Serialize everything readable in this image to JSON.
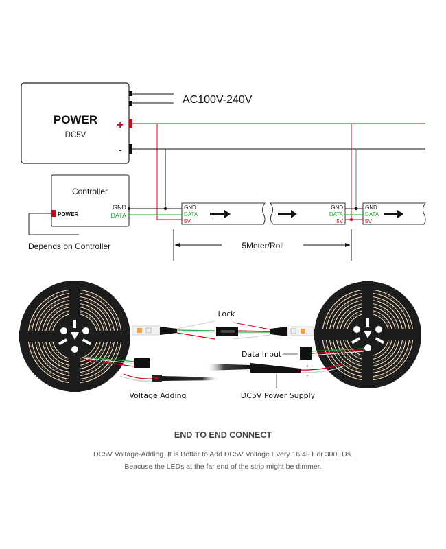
{
  "power_supply": {
    "title": "POWER",
    "subtitle": "DC5V",
    "plus_symbol": "+",
    "minus_symbol": "-",
    "ac_input_label": "AC100V-240V"
  },
  "controller": {
    "title": "Controller",
    "power_port_label": "POWER",
    "gnd_label": "GND",
    "data_label": "DATA",
    "note": "Depends on Controller"
  },
  "strip_pins": {
    "gnd": "GND",
    "data": "DATA",
    "v5": "5V"
  },
  "length_label": "5Meter/Roll",
  "photo": {
    "lock_label": "Lock",
    "data_input_label": "Data Input",
    "voltage_adding_label": "Voltage Adding",
    "power_supply_label": "DC5V Power Supply",
    "plus": "+",
    "minus": "-"
  },
  "caption": {
    "title": "END TO END CONNECT",
    "line1": "DC5V Voltage-Adding. It is Better to Add DC5V Voltage Every 16.4FT or 300EDs.",
    "line2": "Beacuse the LEDs at the far end of the strip might be dimmer."
  },
  "colors": {
    "wire_5v": "#d0021b",
    "wire_data": "#2ea836",
    "wire_gnd": "#111111",
    "reel": "#1c1c1c",
    "led_orange": "#f0a040"
  }
}
